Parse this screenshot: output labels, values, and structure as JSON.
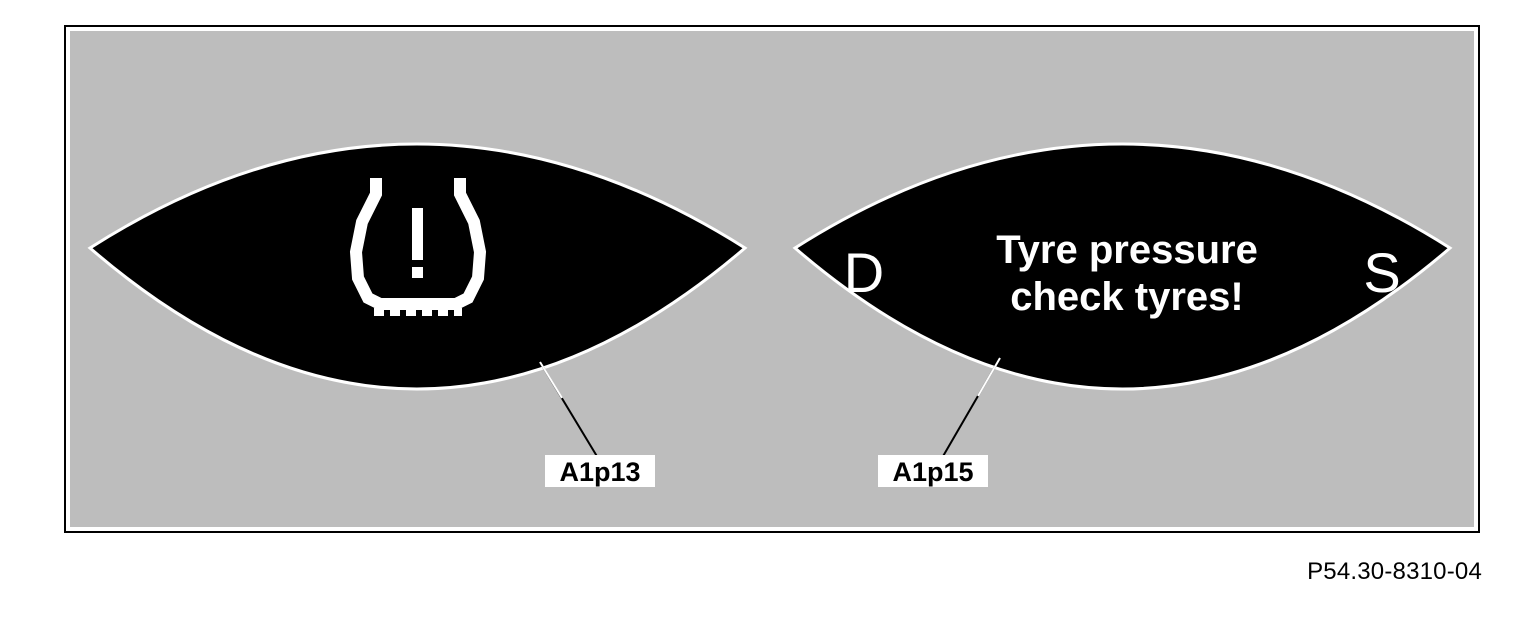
{
  "colors": {
    "background": "#bdbdbd",
    "display": "#000000",
    "display_edge": "#ffffff",
    "text_on_display": "#ffffff"
  },
  "left_display": {
    "icon": "tyre-pressure-warning-icon",
    "label": "A1p13"
  },
  "right_display": {
    "gear_left": "D",
    "gear_right": "S",
    "message_line1": "Tyre pressure",
    "message_line2": "check tyres!",
    "label": "A1p15"
  },
  "figure_ref": "P54.30-8310-04"
}
